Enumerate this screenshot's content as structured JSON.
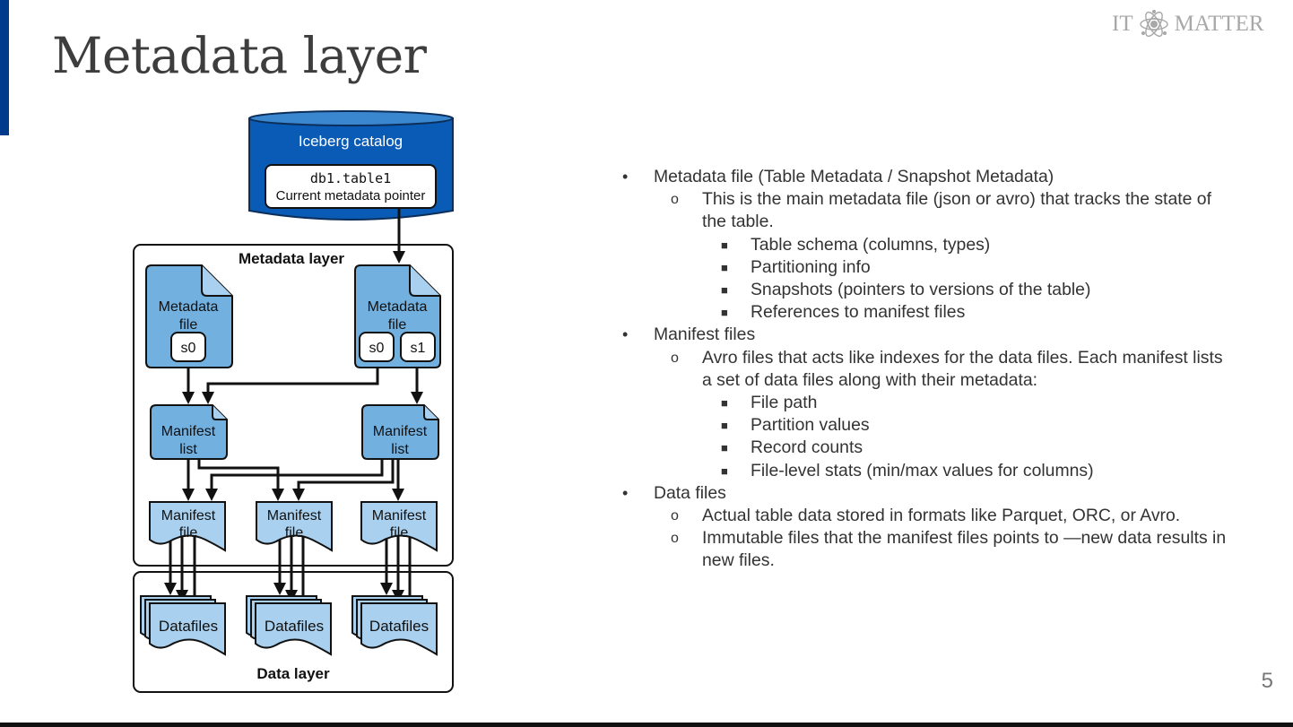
{
  "slide": {
    "title": "Metadata layer",
    "page_number": "5",
    "brand": {
      "left": "IT",
      "right": "MATTER",
      "icon": "atom-icon"
    },
    "colors": {
      "accent": "#003a8c",
      "catalog_blue": "#0a5bb5",
      "file_blue": "#72b0e0",
      "datafile_blue": "#a9d0ee"
    }
  },
  "diagram": {
    "catalog": {
      "label": "Iceberg catalog",
      "table_name": "db1.table1",
      "pointer_label": "Current metadata pointer"
    },
    "metadata_layer_label": "Metadata layer",
    "data_layer_label": "Data layer",
    "metadata_files": [
      {
        "line1": "Metadata",
        "line2": "file",
        "snapshots": [
          "s0"
        ]
      },
      {
        "line1": "Metadata",
        "line2": "file",
        "snapshots": [
          "s0",
          "s1"
        ]
      }
    ],
    "manifest_lists": [
      {
        "line1": "Manifest",
        "line2": "list"
      },
      {
        "line1": "Manifest",
        "line2": "list"
      }
    ],
    "manifest_files": [
      {
        "line1": "Manifest",
        "line2": "file"
      },
      {
        "line1": "Manifest",
        "line2": "file"
      },
      {
        "line1": "Manifest",
        "line2": "file"
      }
    ],
    "datafiles": [
      {
        "label": "Datafiles"
      },
      {
        "label": "Datafiles"
      },
      {
        "label": "Datafiles"
      }
    ]
  },
  "bullets": [
    {
      "text": "Metadata file (Table Metadata / Snapshot Metadata)",
      "children": [
        {
          "text": "This is the main metadata file (json or avro) that tracks the state of the table.",
          "children": [
            "Table schema (columns, types)",
            "Partitioning info",
            "Snapshots (pointers to versions of the table)",
            "References to manifest files"
          ]
        }
      ]
    },
    {
      "text": "Manifest files",
      "children": [
        {
          "text": "Avro files that acts like indexes for the data files. Each manifest lists a set of data files along with their metadata:",
          "children": [
            "File path",
            "Partition values",
            "Record counts",
            "File-level stats (min/max values for columns)"
          ]
        }
      ]
    },
    {
      "text": "Data files",
      "children": [
        {
          "text": "Actual table data stored in formats like Parquet, ORC, or Avro.",
          "children": []
        },
        {
          "text": "Immutable files that the manifest files points to —new data results in new files.",
          "children": []
        }
      ]
    }
  ]
}
